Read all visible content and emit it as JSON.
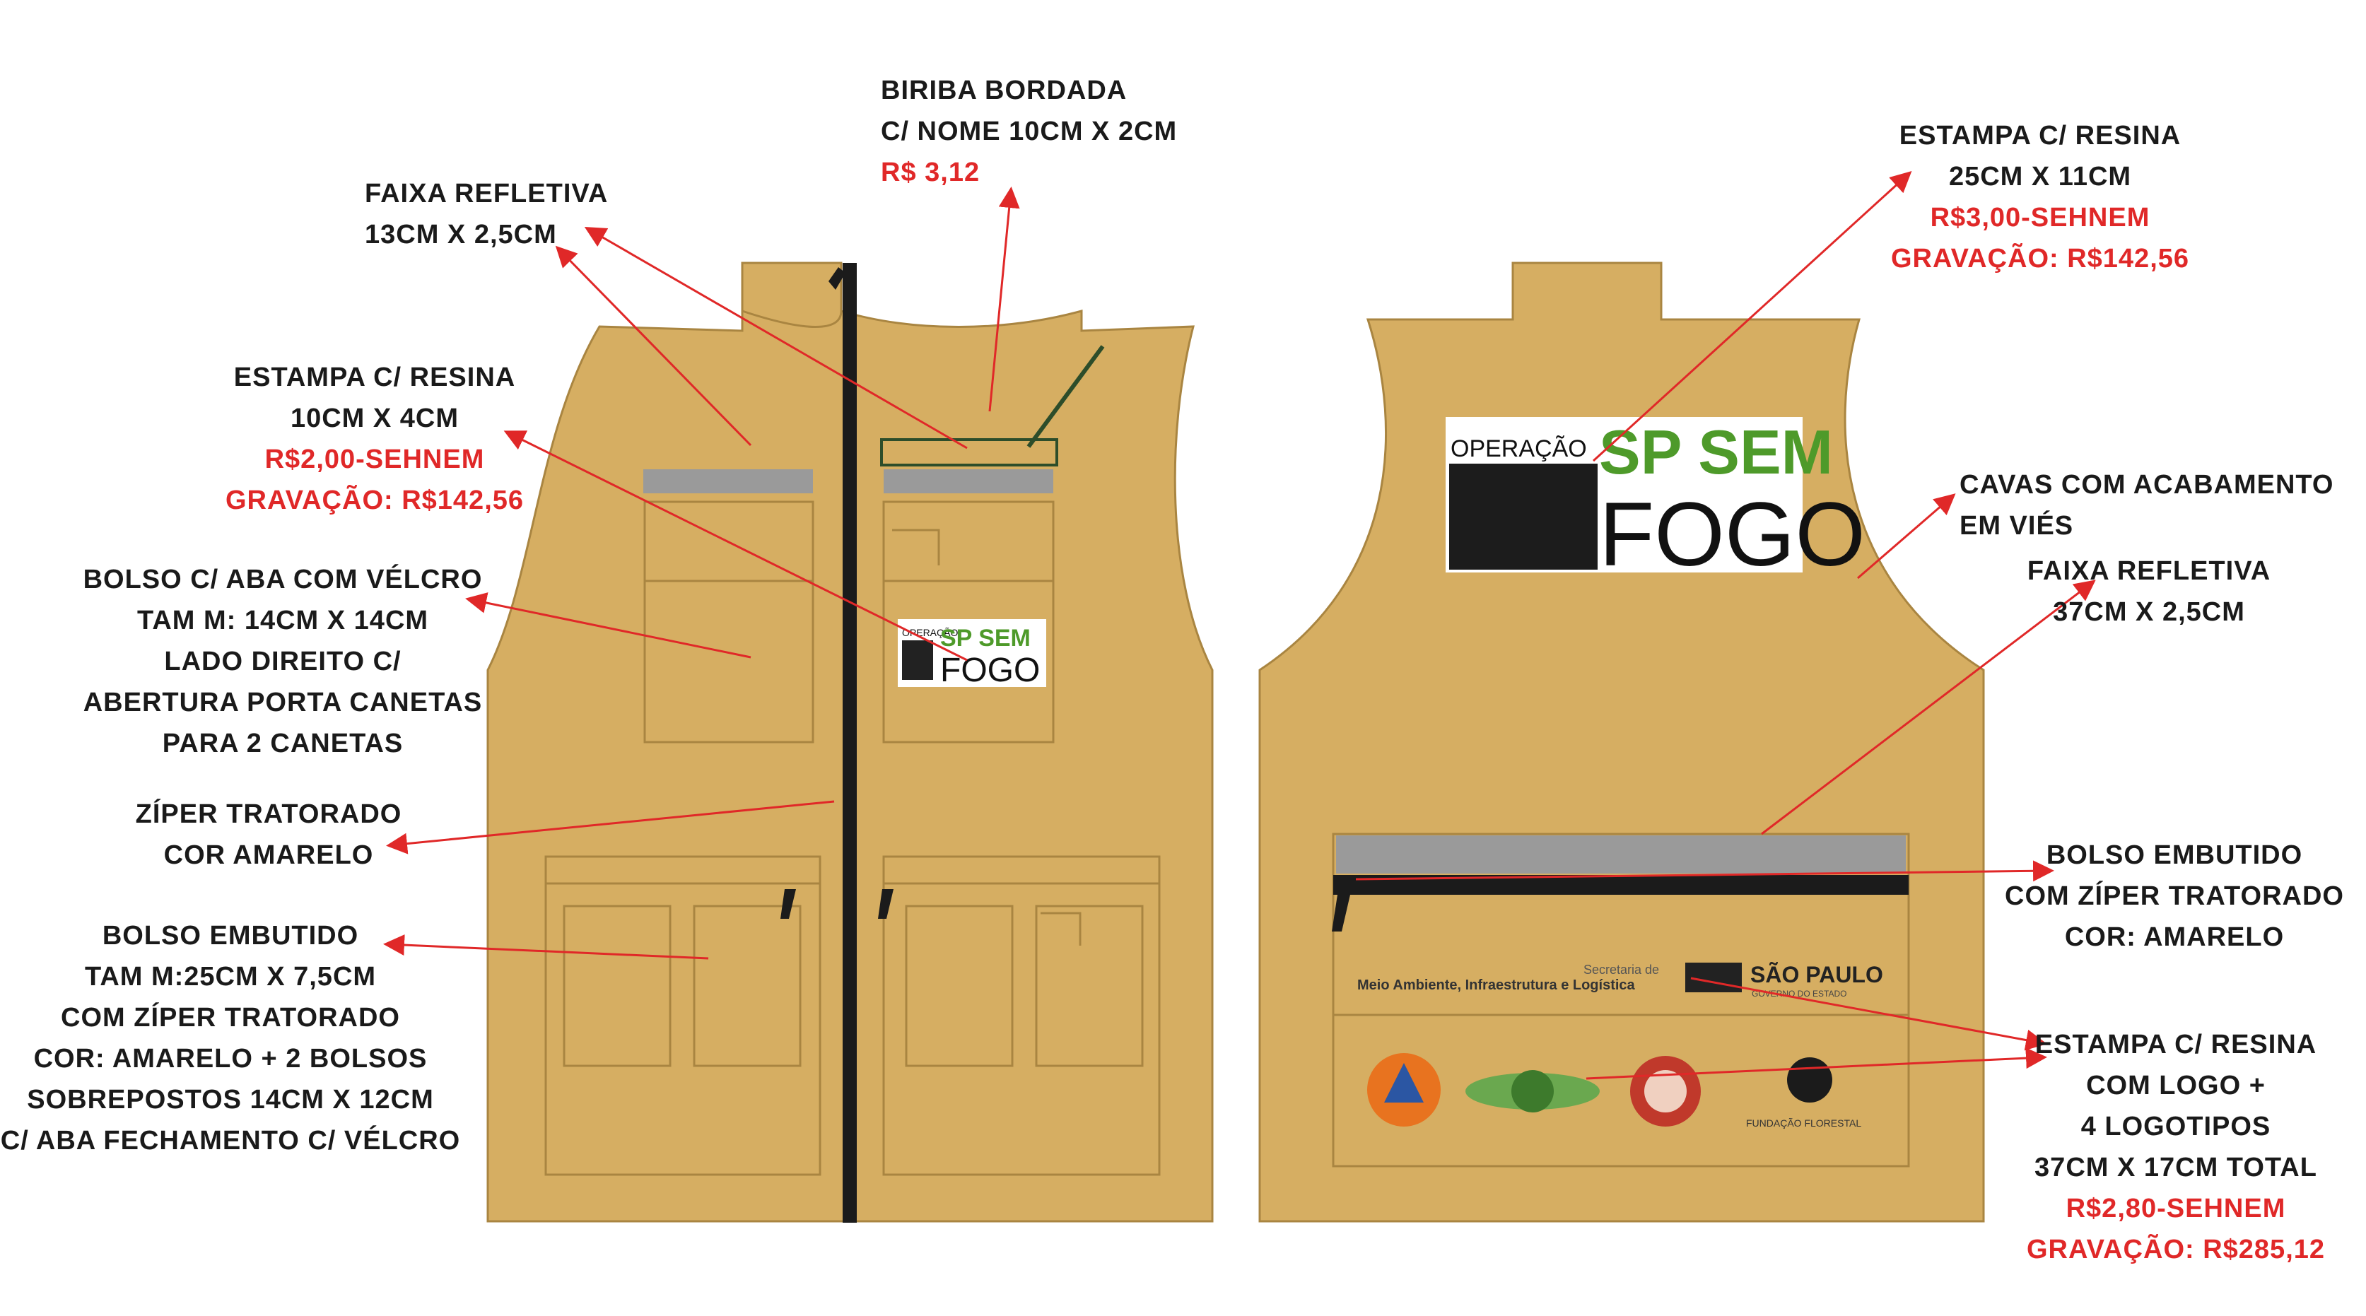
{
  "colors": {
    "vest": "#d6ae62",
    "vest_outline": "#a98541",
    "zipper": "#1b1b1b",
    "reflective": "#9a9a9a",
    "label_text": "#1a1a1a",
    "price_text": "#e02828",
    "arrow": "#e02828",
    "logo_green": "#4e9a2a"
  },
  "logo": {
    "small_word": "OPERAÇÃO",
    "green_word": "SP SEM",
    "black_word": "FOGO"
  },
  "secretaria": {
    "line1": "Secretaria de",
    "line2": "Meio Ambiente, Infraestrutura e Logística",
    "state": "SÃO PAULO",
    "state_sub": "GOVERNO DO ESTADO",
    "fundacao": "FUNDAÇÃO FLORESTAL"
  },
  "annotations": {
    "biriba": {
      "lines": [
        "BIRIBA BORDADA",
        "C/ NOME 10CM X 2CM"
      ],
      "price_lines": [
        "R$ 3,12"
      ]
    },
    "faixa_front": {
      "lines": [
        "FAIXA REFLETIVA",
        "13CM X 2,5CM"
      ],
      "price_lines": []
    },
    "estampa_front": {
      "lines": [
        "ESTAMPA C/ RESINA",
        "10CM X 4CM"
      ],
      "price_lines": [
        "R$2,00-SEHNEM",
        "GRAVAÇÃO: R$142,56"
      ]
    },
    "bolso_aba": {
      "lines": [
        "BOLSO C/ ABA COM VÉLCRO",
        "TAM M: 14CM X 14CM",
        "LADO DIREITO C/",
        "ABERTURA PORTA CANETAS",
        "PARA 2 CANETAS"
      ],
      "price_lines": []
    },
    "ziper": {
      "lines": [
        "ZÍPER TRATORADO",
        "COR AMARELO"
      ],
      "price_lines": []
    },
    "bolso_embutido_front": {
      "lines": [
        "BOLSO EMBUTIDO",
        "TAM M:25CM X 7,5CM",
        "COM ZÍPER TRATORADO",
        "COR: AMARELO + 2 BOLSOS",
        "SOBREPOSTOS 14CM X 12CM",
        "C/ ABA FECHAMENTO C/ VÉLCRO"
      ],
      "price_lines": []
    },
    "estampa_back": {
      "lines": [
        "ESTAMPA C/ RESINA",
        "25CM X 11CM"
      ],
      "price_lines": [
        "R$3,00-SEHNEM",
        "GRAVAÇÃO: R$142,56"
      ]
    },
    "cavas": {
      "lines": [
        "CAVAS COM ACABAMENTO",
        "EM VIÉS"
      ],
      "price_lines": []
    },
    "faixa_back": {
      "lines": [
        "FAIXA REFLETIVA",
        "37CM X 2,5CM"
      ],
      "price_lines": []
    },
    "bolso_embutido_back": {
      "lines": [
        "BOLSO EMBUTIDO",
        "COM ZÍPER TRATORADO",
        "COR: AMARELO"
      ],
      "price_lines": []
    },
    "estampa_logo": {
      "lines": [
        "ESTAMPA C/ RESINA",
        "COM LOGO +",
        "4 LOGOTIPOS",
        "37CM X 17CM TOTAL"
      ],
      "price_lines": [
        "R$2,80-SEHNEM",
        "GRAVAÇÃO: R$285,12"
      ]
    }
  }
}
